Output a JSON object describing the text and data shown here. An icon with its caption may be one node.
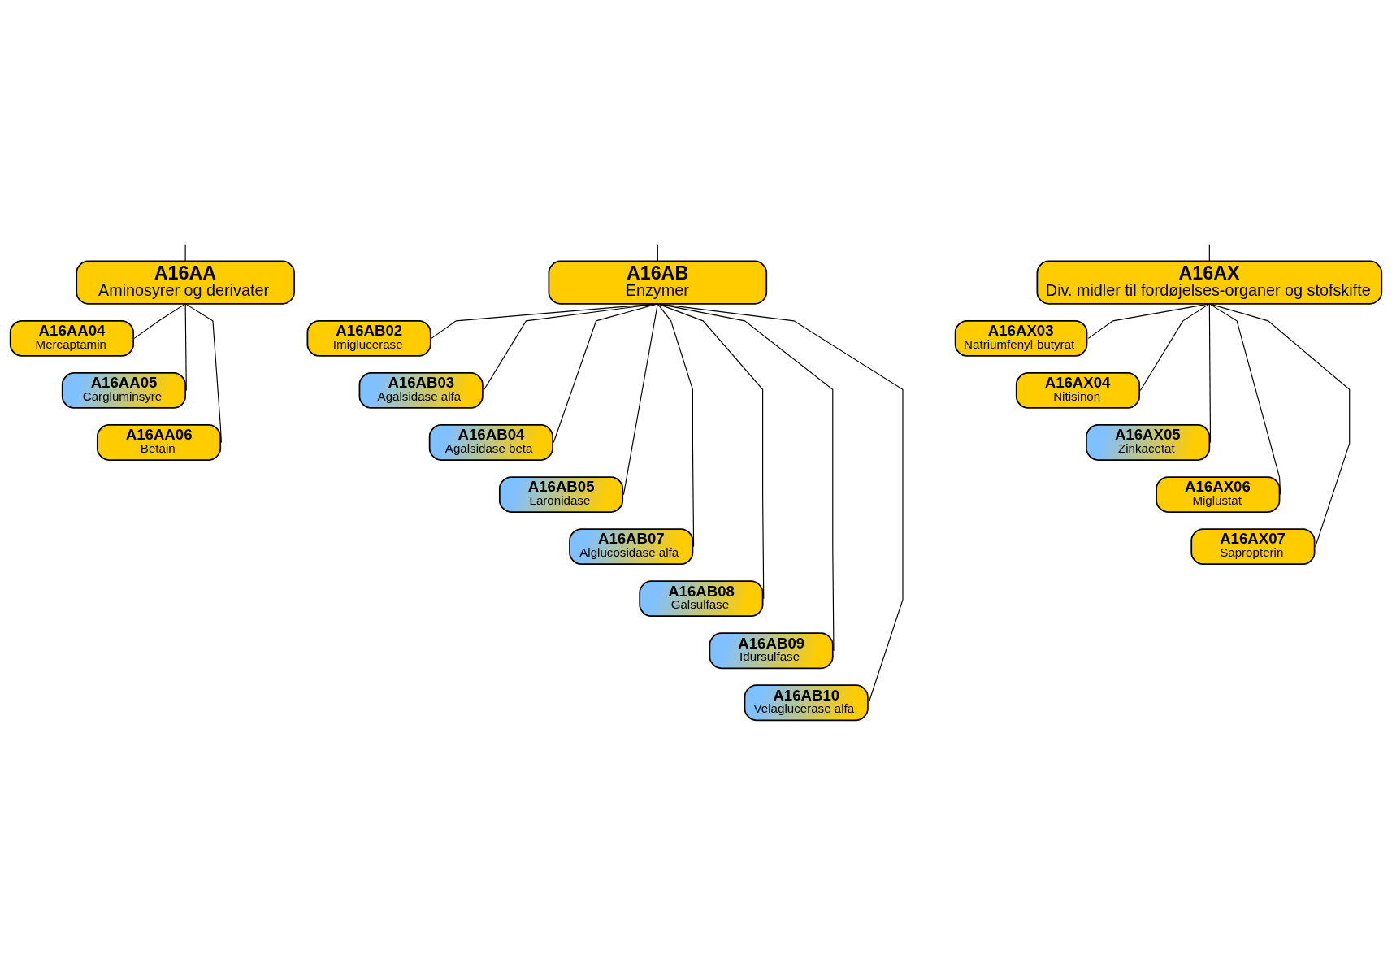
{
  "diagram": {
    "nodes": [
      {
        "text": [
          "A16AA",
          "Aminosyrer og derivater"
        ]
      },
      {
        "text": [
          "A16AB",
          "Enzymer"
        ]
      },
      {
        "text": [
          "A16AX",
          "Div. midler til fordøjelses-organer og stofskifte"
        ]
      },
      {
        "text": [
          "A16AA04",
          "Mercaptamin"
        ]
      },
      {
        "text": [
          "A16AA05",
          "Cargluminsyre"
        ]
      },
      {
        "text": [
          "A16AA06",
          "Betain"
        ]
      },
      {
        "text": [
          "A16AB02",
          "Imiglucerase"
        ]
      },
      {
        "text": [
          "A16AB03",
          "Agalsidase alfa"
        ]
      },
      {
        "text": [
          "A16AB04",
          "Agalsidase beta"
        ]
      },
      {
        "text": [
          "A16AB05",
          "Laronidase"
        ]
      },
      {
        "text": [
          "A16AB07",
          "Alglucosidase alfa"
        ]
      },
      {
        "text": [
          "A16AB08",
          "Galsulfase"
        ]
      },
      {
        "text": [
          "A16AB09",
          "Idursulfase"
        ]
      },
      {
        "text": [
          "A16AB10",
          "Velaglucerase alfa"
        ]
      },
      {
        "text": [
          "A16AX03",
          "Natriumfenyl-butyrat"
        ]
      },
      {
        "text": [
          "A16AX04",
          "Nitisinon"
        ]
      },
      {
        "text": [
          "A16AX05",
          "Zinkacetat"
        ]
      },
      {
        "text": [
          "A16AX06",
          "Miglustat"
        ]
      },
      {
        "text": [
          "A16AX07",
          "Sapropterin"
        ]
      }
    ],
    "edges": [
      {
        "from": null,
        "to": 0,
        "arrow": "none"
      },
      {
        "from": null,
        "to": 1,
        "arrow": "none"
      },
      {
        "from": null,
        "to": 2,
        "arrow": "none"
      },
      {
        "from": 0,
        "to": 3,
        "arrow": "none"
      },
      {
        "from": 0,
        "to": 4,
        "arrow": "none"
      },
      {
        "from": 0,
        "to": 5,
        "arrow": "none"
      },
      {
        "from": 1,
        "to": 6,
        "arrow": "none"
      },
      {
        "from": 1,
        "to": 7,
        "arrow": "none"
      },
      {
        "from": 1,
        "to": 8,
        "arrow": "none"
      },
      {
        "from": 1,
        "to": 9,
        "arrow": "none"
      },
      {
        "from": 1,
        "to": 10,
        "arrow": "none"
      },
      {
        "from": 1,
        "to": 11,
        "arrow": "none"
      },
      {
        "from": 1,
        "to": 12,
        "arrow": "none"
      },
      {
        "from": 1,
        "to": 13,
        "arrow": "none"
      },
      {
        "from": 2,
        "to": 14,
        "arrow": "none"
      },
      {
        "from": 2,
        "to": 15,
        "arrow": "none"
      },
      {
        "from": 2,
        "to": 16,
        "arrow": "none"
      },
      {
        "from": 2,
        "to": 17,
        "arrow": "none"
      },
      {
        "from": 2,
        "to": 18,
        "arrow": "none"
      }
    ]
  }
}
